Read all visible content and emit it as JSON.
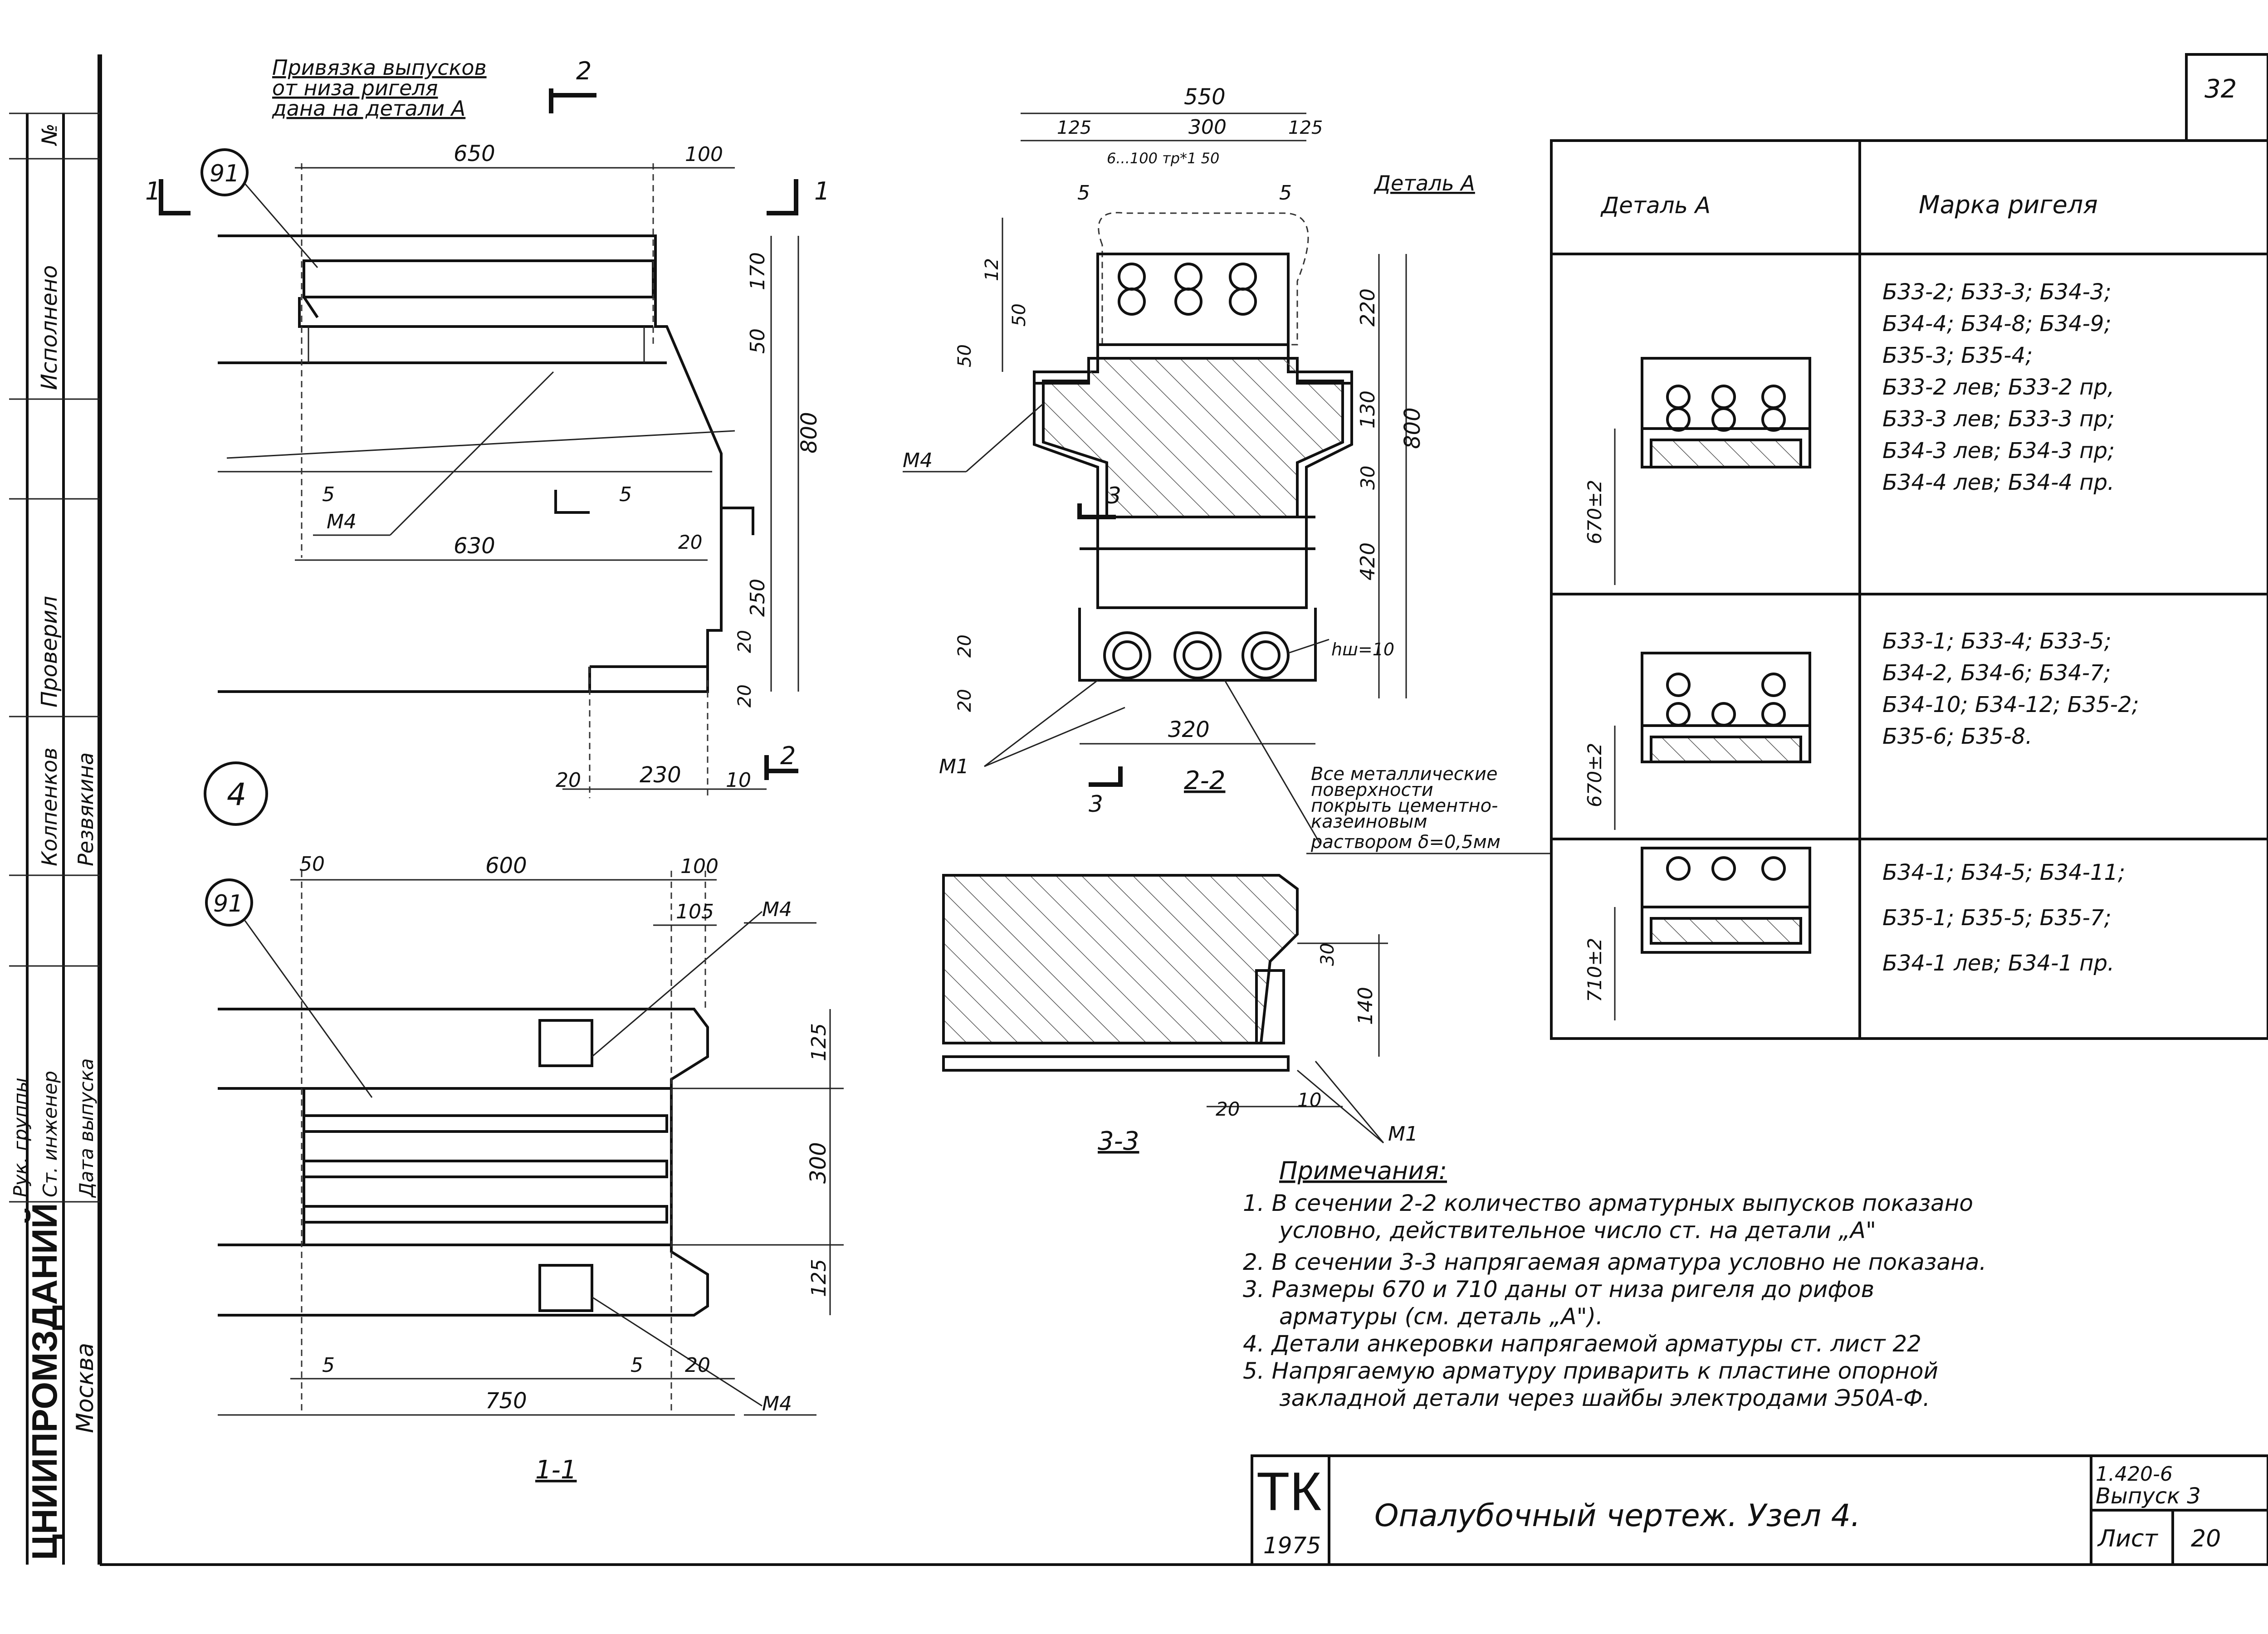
{
  "sheet": {
    "page_number": "32",
    "side_stamp": {
      "number_label": "№",
      "roles": [
        "Рук. группы",
        "Ст. инженер",
        "Дата выпуска"
      ],
      "names": [
        "Колпенков",
        "Резвякина"
      ],
      "columns": [
        "Исполнено",
        "Проверил"
      ],
      "organization": "ЦНИИПРОМЗДАНИЙ",
      "city": "Москва"
    },
    "title_block": {
      "tk": "ТК",
      "year": "1975",
      "title": "Опалубочный чертеж. Узел 4.",
      "series": "1.420-6",
      "issue": "Выпуск 3",
      "sheet_label": "Лист",
      "sheet_no": "20"
    }
  },
  "view_1_1": {
    "note_top": [
      "Привязка выпусков",
      "от низа ригеля",
      "дана на детали А"
    ],
    "node_ref": "91",
    "node_number": "4",
    "dims": {
      "d650": "650",
      "d100": "100",
      "d170": "170",
      "d50": "50",
      "d800": "800",
      "d5a": "5",
      "d5b": "5",
      "d630": "630",
      "d20a": "20",
      "d250": "250",
      "d20b": "20",
      "d20c": "20",
      "d20d": "20",
      "d230": "230",
      "d10": "10"
    },
    "mark_m4": "М4",
    "cut_1": "1",
    "cut_2": "2"
  },
  "view_plan": {
    "node_ref": "91",
    "dims": {
      "d50": "50",
      "d600": "600",
      "d100": "100",
      "d105": "105",
      "d125a": "125",
      "d300": "300",
      "d125b": "125",
      "d5a": "5",
      "d5b": "5",
      "d20": "20",
      "d750": "750"
    },
    "mark_m4a": "М4",
    "mark_m4b": "М4",
    "caption": "1-1"
  },
  "view_2_2": {
    "dims": {
      "d550": "550",
      "d125a": "125",
      "d300": "300",
      "d125b": "125",
      "d6x100": "6...100 тр*1 50",
      "d5a": "5",
      "d5b": "5",
      "d12": "12",
      "d50a": "50",
      "d50b": "50",
      "d220": "220",
      "d130": "130",
      "d800": "800",
      "d30": "30",
      "d420": "420",
      "d20a": "20",
      "d20b": "20",
      "d320": "320",
      "hw": "hш=10",
      "d3": "3"
    },
    "detail_label": "Деталь А",
    "mark_m4": "М4",
    "mark_m1": "М1",
    "caption": "2-2",
    "note": [
      "Все металлические",
      "поверхности",
      "покрыть цементно-",
      "казеиновым",
      "раствором δ=0,5мм"
    ]
  },
  "view_3_3": {
    "dims": {
      "d30": "30",
      "d140": "140",
      "d20": "20",
      "d10": "10"
    },
    "mark_m1": "М1",
    "caption": "3-3"
  },
  "table": {
    "headers": [
      "Деталь А",
      "Марка ригеля"
    ],
    "rows": [
      {
        "dim": "670±2",
        "marks": [
          "Б33-2; Б33-3; Б34-3;",
          "Б34-4; Б34-8; Б34-9;",
          "Б35-3; Б35-4;",
          "Б33-2 лев; Б33-2 пр,",
          "Б33-3 лев; Б33-3 пр;",
          "Б34-3 лев; Б34-3 пр;",
          "Б34-4 лев; Б34-4 пр."
        ]
      },
      {
        "dim": "670±2",
        "marks": [
          "Б33-1; Б33-4; Б33-5;",
          "Б34-2, Б34-6; Б34-7;",
          "Б34-10; Б34-12; Б35-2;",
          "Б35-6; Б35-8."
        ]
      },
      {
        "dim": "710±2",
        "marks": [
          "Б34-1; Б34-5; Б34-11;",
          "Б35-1; Б35-5; Б35-7;",
          "Б34-1 лев; Б34-1 пр."
        ]
      }
    ]
  },
  "notes": {
    "title": "Примечания:",
    "items": [
      "1. В сечении 2-2 количество арматурных выпусков показано",
      "условно, действительное число ст. на детали „А\"",
      "2. В сечении 3-3 напрягаемая арматура условно не показана.",
      "3. Размеры 670 и 710 даны от низа ригеля до рифов",
      "арматуры (см. деталь „А\").",
      "4. Детали анкеровки напрягаемой арматуры ст. лист 22",
      "5. Напрягаемую арматуру приварить к пластине опорной",
      "закладной детали через шайбы электродами Э50А-Ф."
    ]
  }
}
